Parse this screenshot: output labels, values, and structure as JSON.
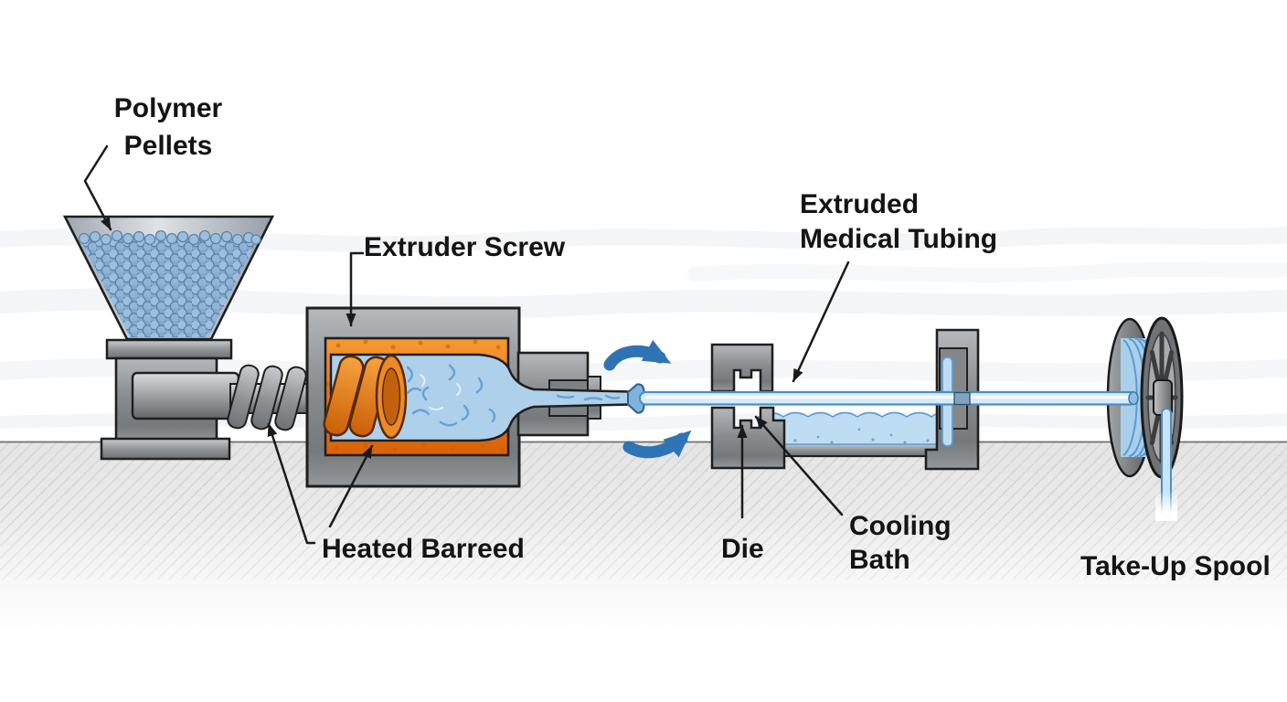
{
  "diagram": {
    "type": "process-flow-illustration",
    "subject": "Polymer extrusion line for medical tubing",
    "labels": {
      "polymer_pellets_1": "Polymer",
      "polymer_pellets_2": "Pellets",
      "extruder_screw": "Extruder Screw",
      "heated_barrel": "Heated Barreed",
      "die": "Die",
      "cooling_bath_1": "Cooling",
      "cooling_bath_2": "Bath",
      "extruded_tubing_1": "Extruded",
      "extruded_tubing_2": "Medical Tubing",
      "take_up_spool": "Take-Up Spool"
    },
    "colors": {
      "label-text": "#141414",
      "leader-black": "#1a1a1a",
      "machine-gray": "#8f9295",
      "heater-orange": "#ED7B1E",
      "screw-orange": "#E8791C",
      "molten-blue": "#AFD0EA",
      "tube-blue": "#D8EBF8",
      "water-blue": "#BFDDF2",
      "rotation-arrow-blue": "#2E74B5",
      "pellet-blue": "#84A9CC",
      "floor-gray": "#e6e6e6"
    }
  }
}
